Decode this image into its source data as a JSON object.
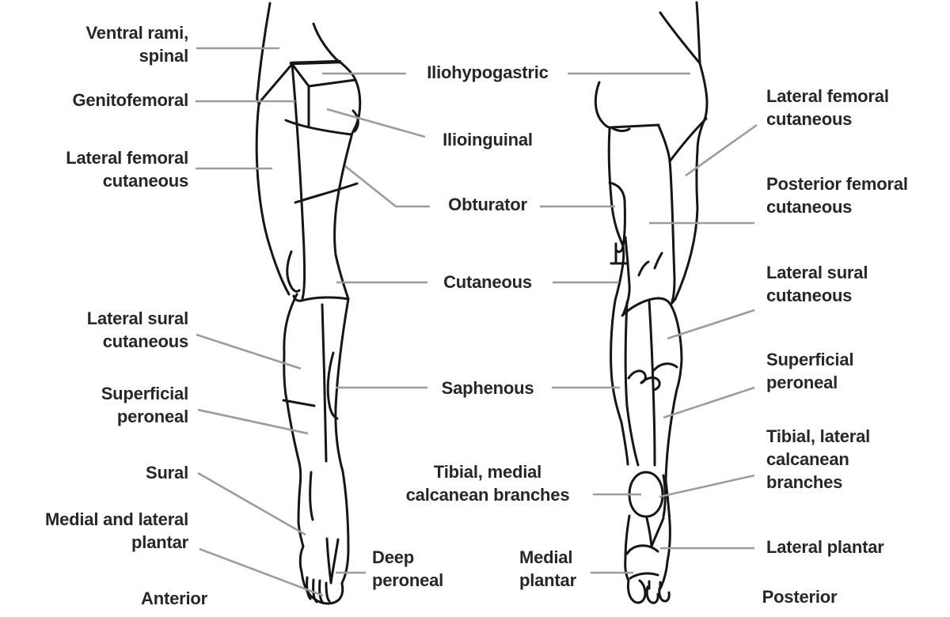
{
  "figure_type": "anatomical-diagram",
  "subject": "Cutaneous nerve distribution of the lower limb, anterior and posterior views",
  "colors": {
    "background": "#ffffff",
    "art_line": "#161616",
    "leader_line": "#9c9c9c",
    "text": "#2a2527"
  },
  "labels": {
    "left": [
      {
        "name": "ventral-rami-spinal",
        "text": "Ventral rami,\nspinal"
      },
      {
        "name": "genitofemoral",
        "text": "Genitofemoral"
      },
      {
        "name": "lateral-femoral-cutaneous",
        "text": "Lateral femoral\ncutaneous"
      },
      {
        "name": "lateral-sural-cutaneous",
        "text": "Lateral sural\ncutaneous"
      },
      {
        "name": "superficial-peroneal",
        "text": "Superficial\nperoneal"
      },
      {
        "name": "sural",
        "text": "Sural"
      },
      {
        "name": "medial-and-lateral-plantar",
        "text": "Medial and lateral\nplantar"
      }
    ],
    "center": [
      {
        "name": "iliohypogastric",
        "text": "Iliohypogastric"
      },
      {
        "name": "ilioinguinal",
        "text": "Ilioinguinal"
      },
      {
        "name": "obturator",
        "text": "Obturator"
      },
      {
        "name": "cutaneous",
        "text": "Cutaneous"
      },
      {
        "name": "saphenous",
        "text": "Saphenous"
      },
      {
        "name": "tibial-medial-calcanean-branches",
        "text": "Tibial, medial\ncalcanean branches"
      },
      {
        "name": "deep-peroneal",
        "text": "Deep\nperoneal"
      },
      {
        "name": "medial-plantar",
        "text": "Medial\nplantar"
      }
    ],
    "right": [
      {
        "name": "lateral-femoral-cutaneous-posterior",
        "text": "Lateral femoral\ncutaneous"
      },
      {
        "name": "posterior-femoral-cutaneous",
        "text": "Posterior femoral\ncutaneous"
      },
      {
        "name": "lateral-sural-cutaneous-posterior",
        "text": "Lateral sural\ncutaneous"
      },
      {
        "name": "superficial-peroneal-posterior",
        "text": "Superficial\nperoneal"
      },
      {
        "name": "tibial-lateral-calcanean-branches",
        "text": "Tibial, lateral\ncalcanean\nbranches"
      },
      {
        "name": "lateral-plantar",
        "text": "Lateral plantar"
      }
    ],
    "captions": [
      {
        "name": "anterior-view-caption",
        "text": "Anterior"
      },
      {
        "name": "posterior-view-caption",
        "text": "Posterior"
      }
    ]
  }
}
